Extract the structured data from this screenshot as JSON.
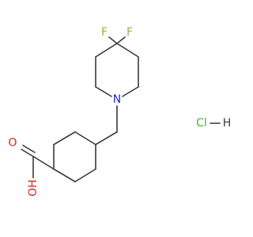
{
  "atoms": {
    "fluorine_1": "F",
    "fluorine_2": "F",
    "nitrogen": "N",
    "acid_oxygen_double": "O",
    "acid_oxygen_hydroxyl": "OH",
    "salt_chlorine": "Cl",
    "salt_hydrogen": "H"
  },
  "colors": {
    "carbon_bond": "#3a3a3a",
    "fluorine": "#8db83a",
    "nitrogen": "#2525d6",
    "oxygen": "#e0241c",
    "chlorine": "#4caf3a",
    "hydrogen": "#3a3a3a"
  }
}
